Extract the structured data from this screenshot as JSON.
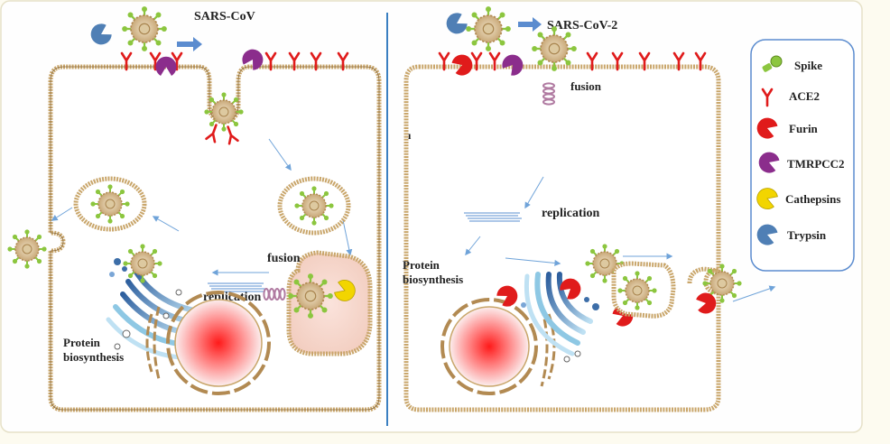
{
  "left_panel": {
    "virus_label": "SARS-CoV",
    "fusion_label": "fusion",
    "replication_label": "replication",
    "protein_label_line1": "Protein",
    "protein_label_line2": "biosynthesis"
  },
  "right_panel": {
    "virus_label": "SARS-CoV-2",
    "fusion_label": "fusion",
    "replication_label": "replication",
    "protein_label_line1": "Protein",
    "protein_label_line2": "biosynthesis",
    "stray_mark": "ı"
  },
  "legend": {
    "items": [
      {
        "label": "Spike",
        "icon": "spike-icon"
      },
      {
        "label": "ACE2",
        "icon": "ace2-receptor-icon"
      },
      {
        "label": "Furin",
        "icon": "furin-icon"
      },
      {
        "label": "TMRPCC2",
        "icon": "tmprss2-icon"
      },
      {
        "label": "Cathepsins",
        "icon": "cathepsin-icon"
      },
      {
        "label": "Trypsin",
        "icon": "trypsin-icon"
      }
    ]
  },
  "colors": {
    "membrane": "#c9a66b",
    "ace2": "#e01b1b",
    "furin": "#e01b1b",
    "tmprss2": "#8b2d8c",
    "cathepsin": "#f2d500",
    "trypsin": "#4f7fb5",
    "spike": "#8cc63f",
    "divider": "#3a7fc1",
    "arrow": "#6fa3d9",
    "nucleus": "#ff2020"
  }
}
